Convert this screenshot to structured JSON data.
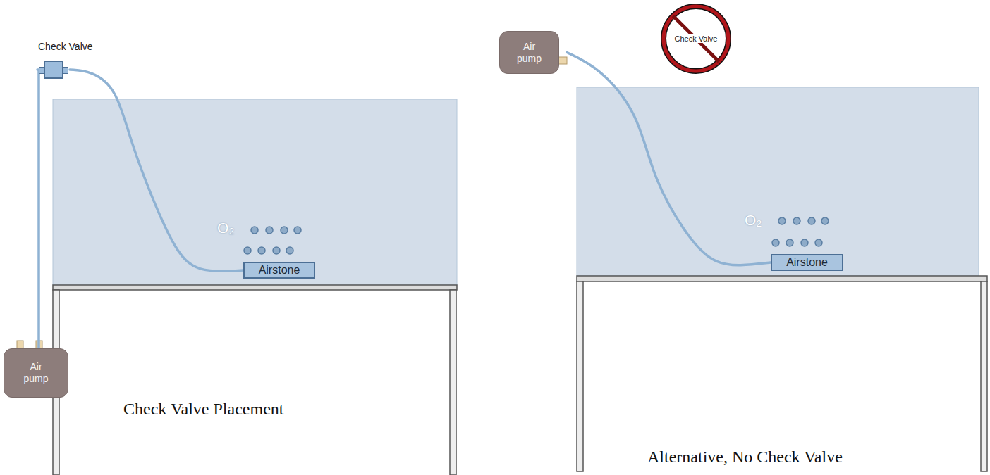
{
  "diagram": {
    "nodes": [
      {
        "text": [
          "Check Valve"
        ]
      },
      {
        "text": [
          "Air pump"
        ]
      },
      {
        "text": [
          "Airstone"
        ]
      },
      {
        "text": [
          "Air pump"
        ]
      },
      {
        "text": [
          "Check Valve"
        ]
      },
      {
        "text": [
          "Airstone"
        ]
      }
    ],
    "edges": [
      {
        "from": 1,
        "to": 0,
        "arrow": "none"
      },
      {
        "from": 0,
        "to": 2,
        "arrow": "none"
      },
      {
        "from": 3,
        "to": 5,
        "arrow": "none"
      }
    ],
    "labels": [
      "O₂",
      "O₂",
      "Check Valve Placement",
      "Alternative, No Check Valve"
    ]
  }
}
